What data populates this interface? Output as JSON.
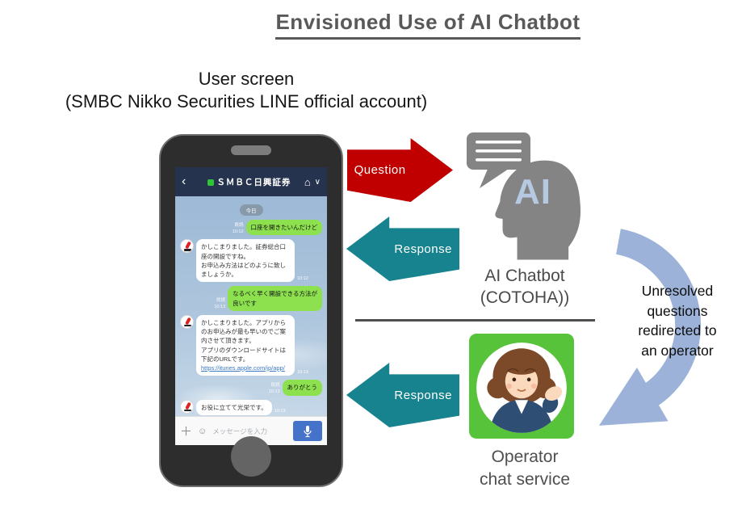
{
  "title": "Envisioned Use of AI Chatbot",
  "subtitle": {
    "line1": "User screen",
    "line2": "(SMBC Nikko Securities LINE official account)"
  },
  "phone": {
    "header": {
      "back": "‹",
      "title": "ＳＭＢＣ日興証券",
      "home_icon": "⌂",
      "collapse_icon": "∨"
    },
    "chat": {
      "date_badge": "今日",
      "messages": [
        {
          "side": "user",
          "text": "口座を開きたいんだけど",
          "meta": "既読\n10:12"
        },
        {
          "side": "bot",
          "text": "かしこまりました。証券総合口座の開設ですね。\nお申込み方法はどのように致しましょうか。",
          "meta": "10:12"
        },
        {
          "side": "user",
          "text": "なるべく早く開設できる方法が\n良いです",
          "meta": "既読\n10:13"
        },
        {
          "side": "bot",
          "text": "かしこまりました。アプリからのお申込みが最も早いのでご案内させて頂きます。\nアプリのダウンロードサイトは下記のURLです。",
          "link": "https://itunes.apple.com/jp/app/",
          "meta": "10:13"
        },
        {
          "side": "user",
          "text": "ありがとう",
          "meta": "既読\n10:13"
        },
        {
          "side": "bot",
          "text": "お役に立てて光栄です。",
          "meta": "10:13"
        }
      ]
    },
    "input": {
      "plus_icon": "＋",
      "emoji_icon": "☺",
      "placeholder": "メッセージを入力",
      "mic_icon": "microphone"
    }
  },
  "flow": {
    "question_arrow_label": "Question",
    "response_arrow_label": "Response",
    "response_arrow2_label": "Response",
    "ai": {
      "badge_text": "AI",
      "label_line1": "AI Chatbot",
      "label_line2": "(COTOHA))"
    },
    "operator": {
      "label_line1": "Operator",
      "label_line2": "chat service"
    },
    "redirect_note": [
      "Unresolved",
      "questions",
      "redirected to",
      "an operator"
    ]
  },
  "colors": {
    "question_arrow_red": "#c00000",
    "response_arrow_teal": "#17838e",
    "curved_arrow_blue": "#9cb2d8",
    "operator_green": "#57c33b",
    "chat_bubble_green": "#8de14f",
    "line_header_navy": "#26334e",
    "ai_icon_gray": "#848484",
    "ai_text_blue": "#b5c9e2",
    "title_gray": "#595959"
  }
}
